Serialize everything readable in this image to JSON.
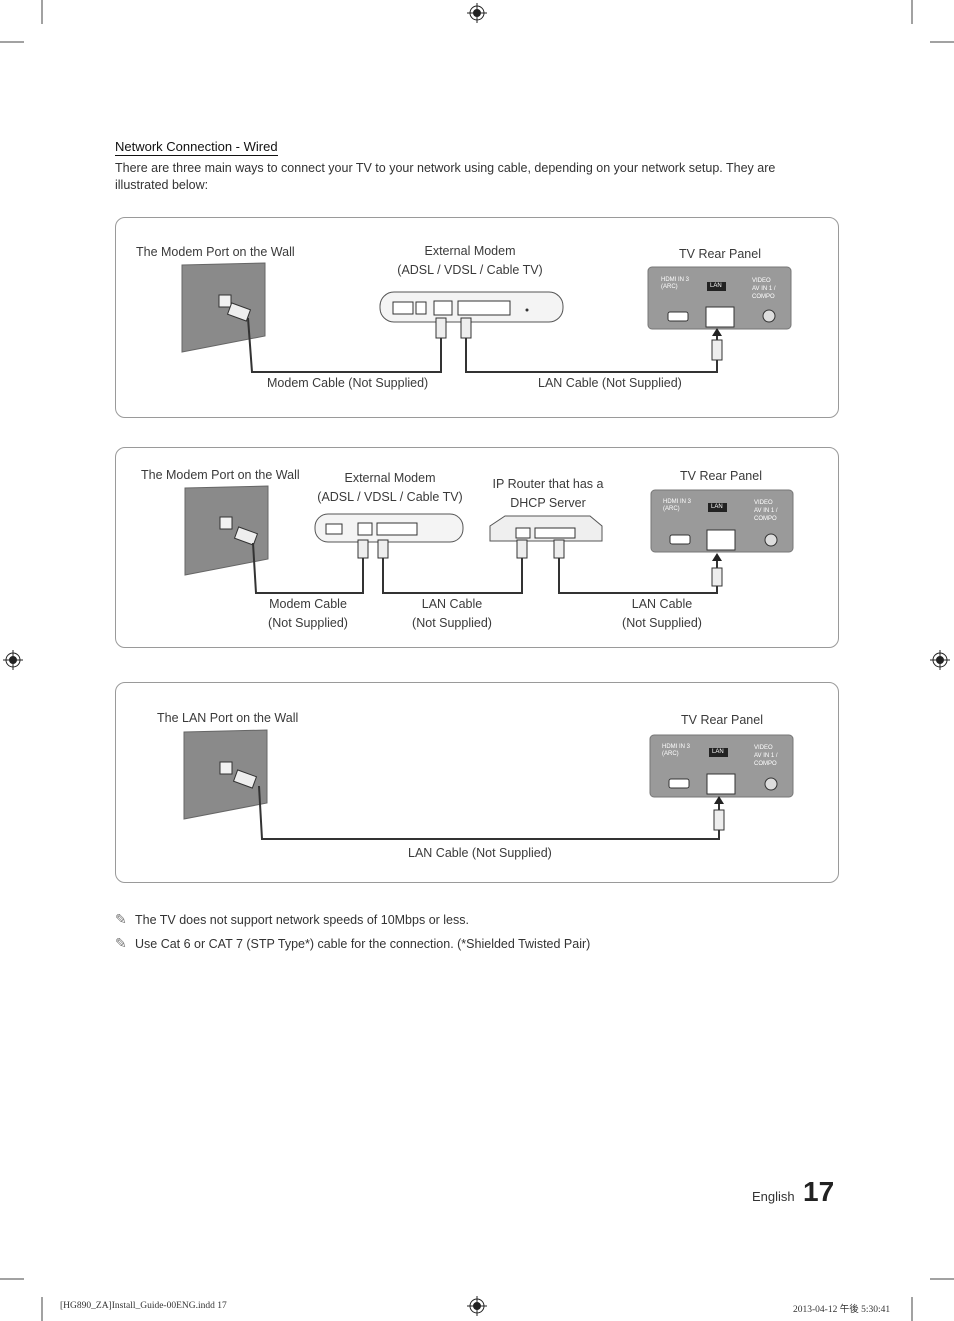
{
  "section": {
    "title": "Network Connection - Wired",
    "intro": "There are three main ways to connect your TV to your network using cable, depending on your network setup. They are illustrated below:"
  },
  "diagram1": {
    "wall_label": "The Modem Port on the Wall",
    "modem_label_1": "External Modem",
    "modem_label_2": "(ADSL / VDSL / Cable TV)",
    "tv_label": "TV Rear Panel",
    "cable1": "Modem Cable (Not Supplied)",
    "cable2": "LAN Cable (Not Supplied)"
  },
  "diagram2": {
    "wall_label": "The Modem Port on the Wall",
    "modem_label_1": "External Modem",
    "modem_label_2": "(ADSL / VDSL / Cable TV)",
    "router_label_1": "IP Router that has a",
    "router_label_2": "DHCP Server",
    "tv_label": "TV Rear Panel",
    "cable1_1": "Modem Cable",
    "cable1_2": "(Not Supplied)",
    "cable2_1": "LAN Cable",
    "cable2_2": "(Not Supplied)",
    "cable3_1": "LAN Cable",
    "cable3_2": "(Not Supplied)"
  },
  "diagram3": {
    "wall_label": "The LAN Port on the Wall",
    "tv_label": "TV Rear Panel",
    "cable1": "LAN Cable (Not Supplied)"
  },
  "tv_panel": {
    "hdmi_1": "HDMI IN 3",
    "hdmi_2": "(ARC)",
    "lan": "LAN",
    "video": "VIDEO",
    "av": "AV IN 1 / COMPO"
  },
  "notes": [
    "The TV does not support network speeds of 10Mbps or less.",
    "Use Cat 6 or CAT 7 (STP Type*) cable for the connection. (*Shielded Twisted Pair)"
  ],
  "footer": {
    "language": "English",
    "page_number": "17",
    "slug_left": "[HG890_ZA]Install_Guide-00ENG.indd   17",
    "slug_right": "2013-04-12   午後 5:30:41"
  }
}
